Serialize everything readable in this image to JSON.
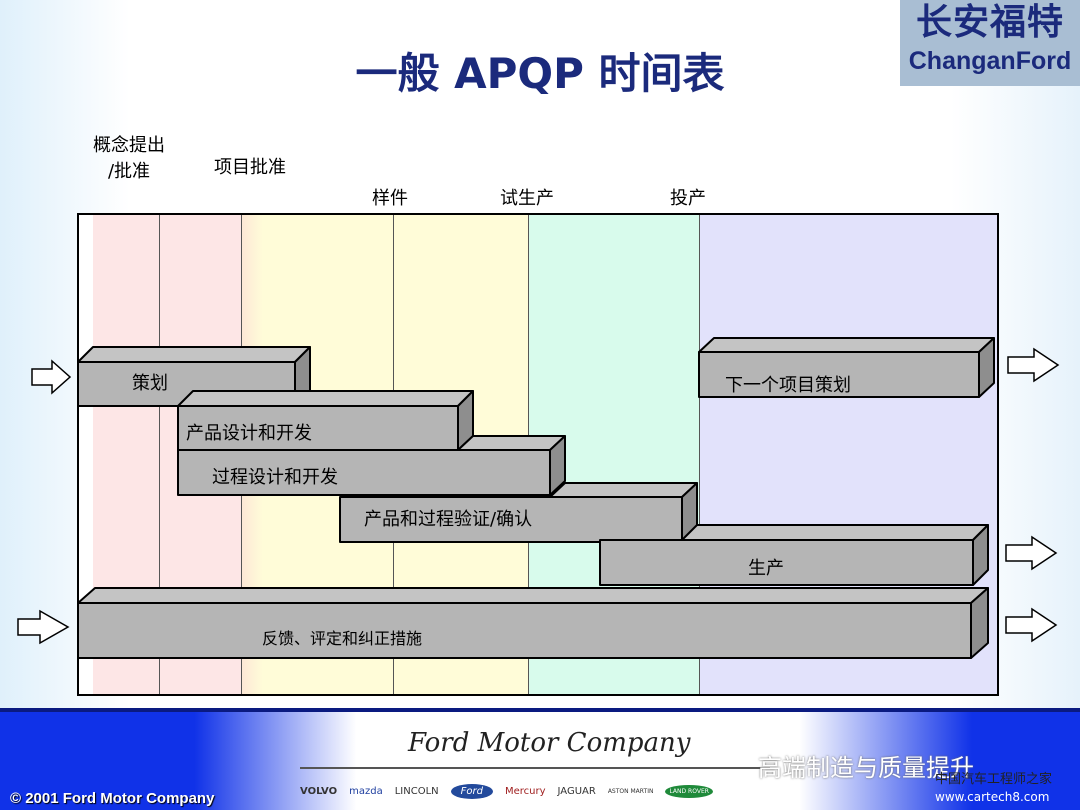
{
  "title": "一般 APQP 时间表",
  "logo": {
    "cn": "长安福特",
    "en": "ChanganFord"
  },
  "milestones": [
    "概念提出\n/批准",
    "项目批准",
    "样件",
    "试生产",
    "投产"
  ],
  "milestone_lines": [
    "概念提出",
    "/批准"
  ],
  "phases": [
    {
      "label": "策划"
    },
    {
      "label": "产品设计和开发"
    },
    {
      "label": "过程设计和开发"
    },
    {
      "label": "产品和过程验证/确认"
    },
    {
      "label": "生产"
    },
    {
      "label": "反馈、评定和纠正措施"
    },
    {
      "label": "下一个项目策划"
    }
  ],
  "footer": {
    "company_script": "Ford Motor Company",
    "copyright": "© 2001 Ford Motor Company",
    "brands": [
      "VOLVO",
      "mazda",
      "LINCOLN",
      "Ford",
      "Mercury",
      "JAGUAR",
      "ASTON MARTIN",
      "LAND ROVER"
    ],
    "watermark": "高端制造与质量提升",
    "site": "www.cartech8.com",
    "site_cn": "中国汽车工程师之家"
  },
  "colors": {
    "title": "#1b2a7c",
    "bar": "#b5b5b5",
    "footer": "#1032e8"
  }
}
